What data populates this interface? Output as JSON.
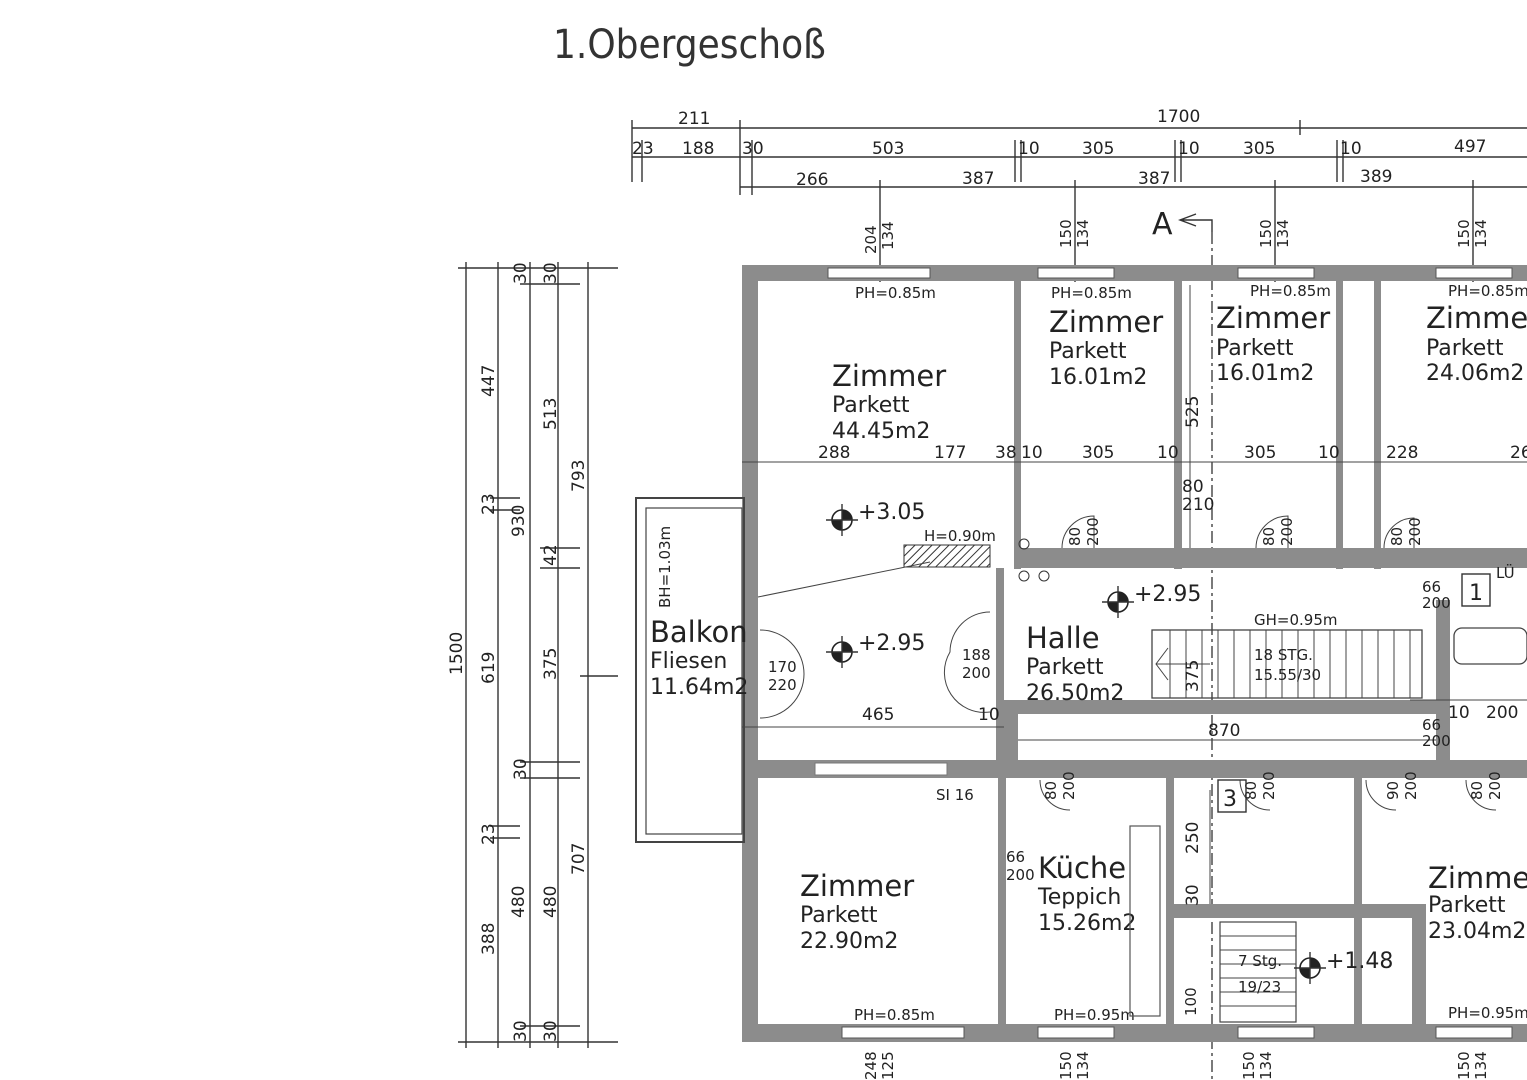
{
  "title": "1.Obergeschoß",
  "dims_top": [
    "211",
    "1700",
    "23",
    "188",
    "30",
    "503",
    "10",
    "305",
    "10",
    "305",
    "10",
    "497",
    "266",
    "387",
    "387",
    "389"
  ],
  "dims_left": [
    "1500",
    "447",
    "23",
    "619",
    "388",
    "930",
    "23",
    "707",
    "30",
    "513",
    "42",
    "375",
    "30",
    "480",
    "30",
    "30",
    "793",
    "480",
    "30"
  ],
  "window_dims": [
    "204",
    "134",
    "150",
    "134",
    "150",
    "134",
    "150",
    "134",
    "248",
    "125",
    "150",
    "134",
    "150",
    "134",
    "150",
    "134"
  ],
  "inner_dims": [
    "288",
    "177",
    "38",
    "10",
    "305",
    "10",
    "305",
    "10",
    "228",
    "26",
    "465",
    "10",
    "870",
    "10",
    "200",
    "525",
    "80",
    "210",
    "250",
    "30",
    "375"
  ],
  "section_marker": "A",
  "rooms": [
    {
      "name": "Zimmer",
      "floor": "Parkett",
      "area": "44.45m2"
    },
    {
      "name": "Zimmer",
      "floor": "Parkett",
      "area": "16.01m2"
    },
    {
      "name": "Zimmer",
      "floor": "Parkett",
      "area": "16.01m2"
    },
    {
      "name": "Zimme",
      "floor": "Parkett",
      "area": "24.06m2"
    },
    {
      "name": "Balkon",
      "floor": "Fliesen",
      "area": "11.64m2"
    },
    {
      "name": "Halle",
      "floor": "Parkett",
      "area": "26.50m2"
    },
    {
      "name": "Zimmer",
      "floor": "Parkett",
      "area": "22.90m2"
    },
    {
      "name": "Küche",
      "floor": "Teppich",
      "area": "15.26m2"
    },
    {
      "name": "Zimme",
      "floor": "Parkett",
      "area": "23.04m2"
    }
  ],
  "parapets": [
    "PH=0.85m",
    "PH=0.85m",
    "PH=0.85m",
    "PH=0.85m",
    "PH=0.85m",
    "PH=0.95m",
    "PH=0.95m"
  ],
  "balcony_height": "BH=1.03m",
  "railing_height": "H=0.90m",
  "stair_height": "GH=0.95m",
  "stairs": {
    "main_steps": "18 STG.",
    "main_ratio": "15.55/30",
    "small_steps": "7 Stg.",
    "small_ratio": "19/23"
  },
  "levels": [
    "+3.05",
    "+2.95",
    "+2.95",
    "+1.48"
  ],
  "doors": [
    "80",
    "200",
    "80",
    "200",
    "80",
    "200",
    "80",
    "200",
    "80",
    "200",
    "80",
    "200",
    "80",
    "200",
    "90",
    "200",
    "170",
    "220",
    "188",
    "200",
    "66",
    "200",
    "66",
    "200",
    "66",
    "200"
  ],
  "labels": {
    "si": "SI 16",
    "num1": "1",
    "num3": "3",
    "lu": "LÜ",
    "d100": "100"
  }
}
